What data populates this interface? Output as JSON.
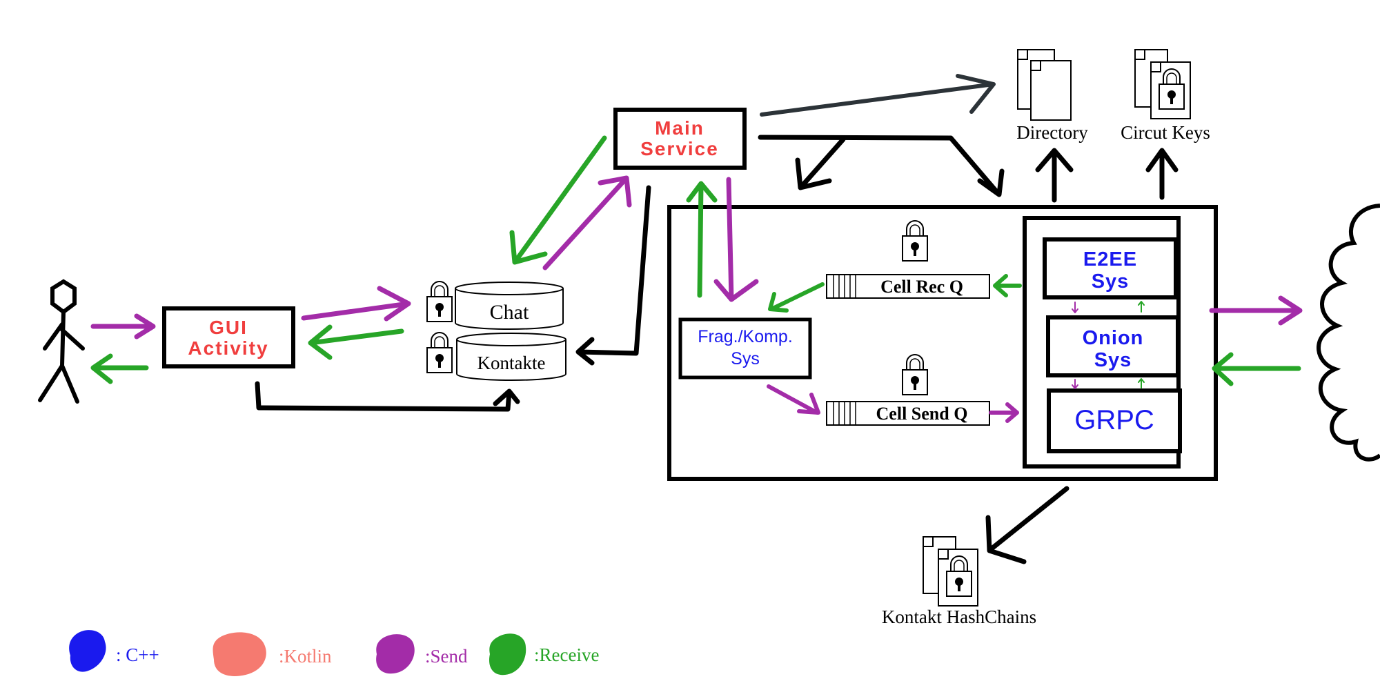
{
  "colors": {
    "cpp": "#1a1aee",
    "kotlin": "#f57a70",
    "send": "#a32ca8",
    "receive": "#27a527",
    "stroke": "#000000",
    "dark_arrow": "#2c3338"
  },
  "nodes": {
    "gui_activity": {
      "line1": "GUI",
      "line2": "Activity",
      "lang": "kotlin"
    },
    "main_service": {
      "line1": "Main",
      "line2": "Service",
      "lang": "kotlin"
    },
    "chat": {
      "label": "Chat"
    },
    "kontakte": {
      "label": "Kontakte"
    },
    "frag_komp": {
      "line1": "Frag./Komp.",
      "line2": "Sys",
      "lang": "cpp"
    },
    "cell_rec_q": {
      "label": "Cell Rec Q"
    },
    "cell_send_q": {
      "label": "Cell Send Q"
    },
    "e2ee": {
      "line1": "E2EE",
      "line2": "Sys",
      "lang": "cpp"
    },
    "onion": {
      "line1": "Onion",
      "line2": "Sys",
      "lang": "cpp"
    },
    "grpc": {
      "label": "GRPC",
      "lang": "cpp"
    },
    "directory": {
      "label": "Directory"
    },
    "circuit_keys": {
      "label": "Circut Keys"
    },
    "kontakt_hashchains": {
      "label": "Kontakt HashChains"
    }
  },
  "legend": [
    {
      "key": "cpp",
      "label": ": C++"
    },
    {
      "key": "kotlin",
      "label": ":Kotlin"
    },
    {
      "key": "send",
      "label": ":Send"
    },
    {
      "key": "receive",
      "label": ":Receive"
    }
  ]
}
